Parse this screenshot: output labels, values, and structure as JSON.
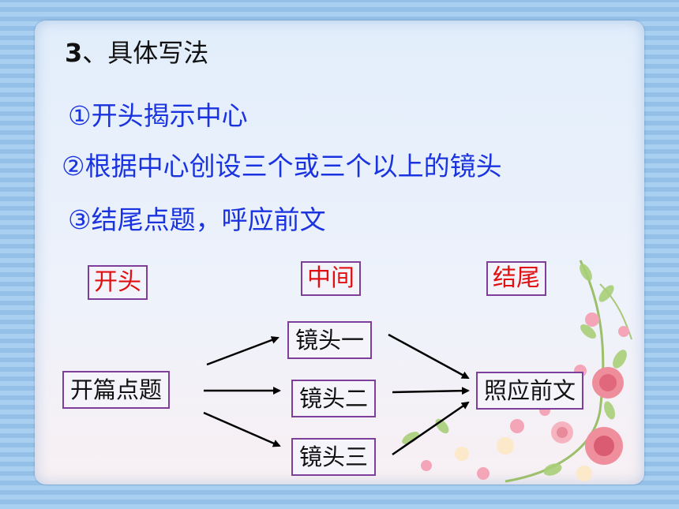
{
  "heading": {
    "number": "3",
    "sep": "、",
    "title": "具体写法"
  },
  "points": [
    "①开头揭示中心",
    "②根据中心创设三个或三个以上的镜头",
    "③结尾点题，呼应前文"
  ],
  "diagram": {
    "section_labels": {
      "start": "开头",
      "middle": "中间",
      "end": "结尾"
    },
    "nodes": {
      "start": "开篇点题",
      "shot1": "镜头一",
      "shot2": "镜头二",
      "shot3": "镜头三",
      "end": "照应前文"
    }
  },
  "colors": {
    "point_text": "#1a33e0",
    "section_label_text": "#e01010",
    "box_border": "#7d3f9a"
  }
}
